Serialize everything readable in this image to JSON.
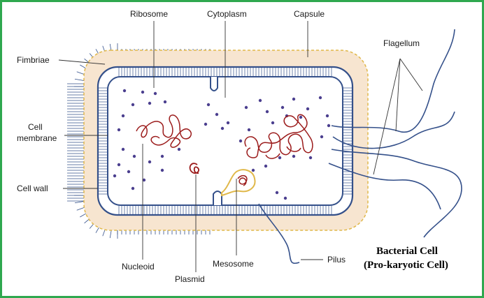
{
  "title": {
    "line1": "Bacterial Cell",
    "line2": "(Pro-karyotic Cell)"
  },
  "labels": {
    "ribosome": "Ribosome",
    "cytoplasm": "Cytoplasm",
    "capsule": "Capsule",
    "fimbriae": "Fimbriae",
    "flagellum": "Flagellum",
    "cell_membrane_line1": "Cell",
    "cell_membrane_line2": "membrane",
    "cell_wall": "Cell wall",
    "nucleoid": "Nucleoid",
    "plasmid": "Plasmid",
    "mesosome": "Mesosome",
    "pilus": "Pilus"
  },
  "colors": {
    "frame_border": "#2fa84f",
    "capsule_fill": "#f7e5d0",
    "capsule_outline": "#e0b84a",
    "wall_stroke": "#34508a",
    "dna": "#9b1b1b",
    "ribosome_dot": "#4b3f8f",
    "leader": "#333333"
  },
  "icons": [
    "bacterial-cell-icon"
  ]
}
